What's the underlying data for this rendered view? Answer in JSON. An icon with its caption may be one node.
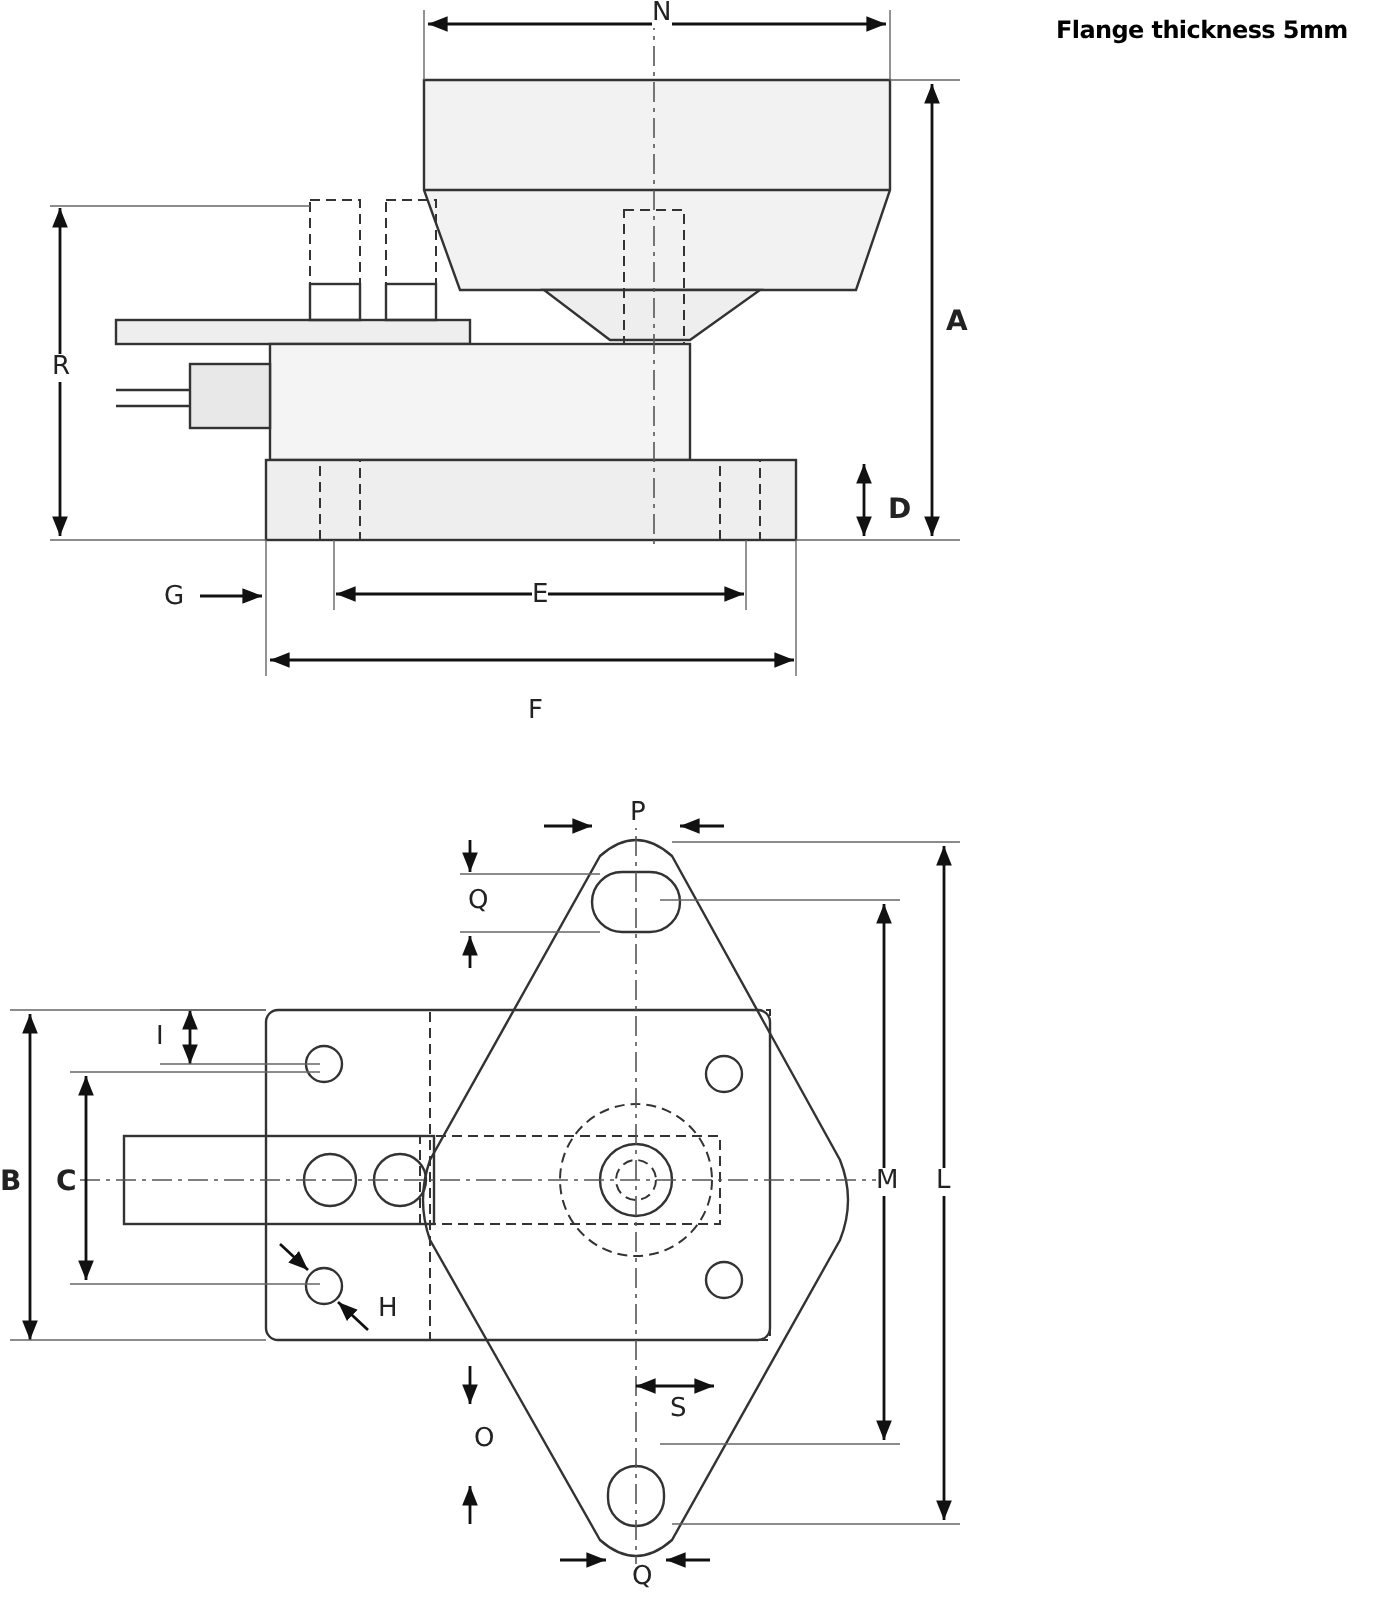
{
  "diagram": {
    "title": "Flange thickness 5mm",
    "labels": [
      "N",
      "A",
      "R",
      "D",
      "G",
      "E",
      "F",
      "P",
      "Q",
      "I",
      "B",
      "C",
      "M",
      "L",
      "H",
      "O",
      "S",
      "Q"
    ]
  }
}
